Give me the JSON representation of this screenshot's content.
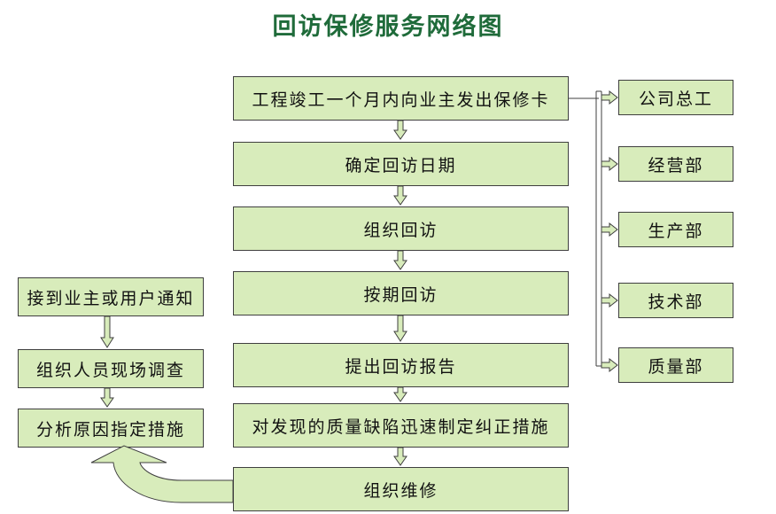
{
  "title": "回访保修服务网络图",
  "main_flow": [
    "工程竣工一个月内向业主发出保修卡",
    "确定回访日期",
    "组织回访",
    "按期回访",
    "提出回访报告",
    "对发现的质量缺陷迅速制定纠正措施",
    "组织维修"
  ],
  "left_flow": [
    "接到业主或用户通知",
    "组织人员现场调查",
    "分析原因指定措施"
  ],
  "departments": [
    "公司总工",
    "经营部",
    "生产部",
    "技术部",
    "质量部"
  ],
  "colors": {
    "box_fill": "#d8ecbb",
    "arrow_fill": "#d8ecbb",
    "border": "#3f3f3f",
    "title": "#1f6b3a"
  }
}
